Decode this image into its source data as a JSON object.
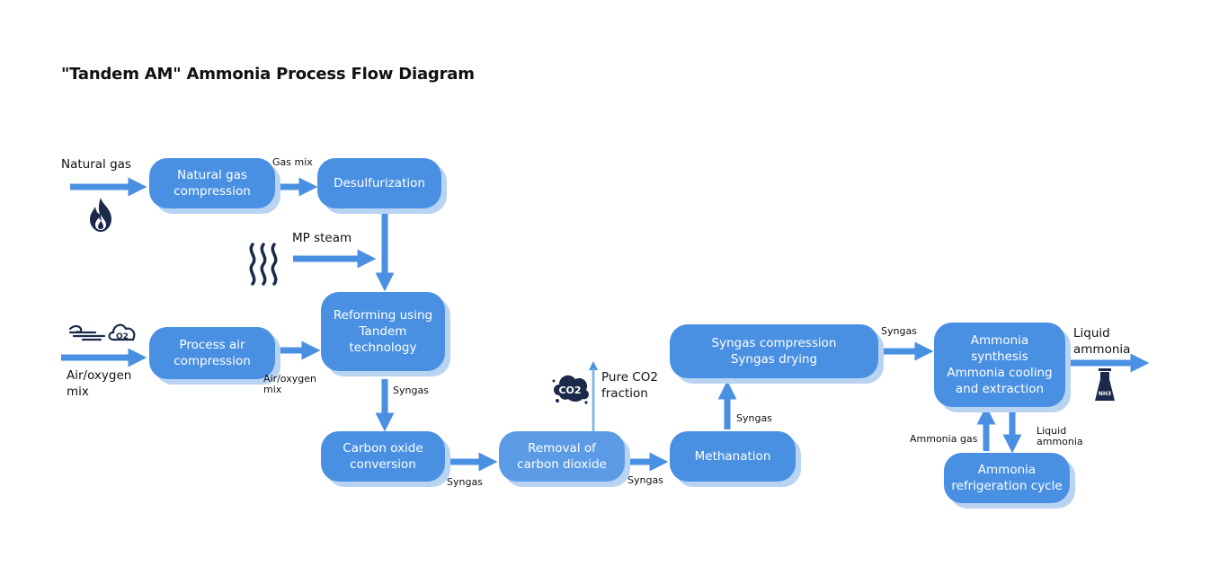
{
  "title": "\"Tandem AM\" Ammonia Process Flow Diagram",
  "colors": {
    "box": "#4a90e2",
    "box_shadow": "#b9d3f3",
    "arrow": "#4a90e2",
    "icon": "#1b2a4a"
  },
  "boxes": {
    "natural_gas_compression": "Natural gas\ncompression",
    "desulfurization": "Desulfurization",
    "reforming": "Reforming using\nTandem\ntechnology",
    "process_air_compression": "Process air\ncompression",
    "carbon_oxide_conversion": "Carbon oxide\nconversion",
    "removal_co2": "Removal of\ncarbon dioxide",
    "methanation": "Methanation",
    "syngas_compression": "Syngas compression\nSyngas drying",
    "ammonia_synthesis": "Ammonia\nsynthesis\nAmmonia cooling\nand extraction",
    "refrigeration": "Ammonia\nrefrigeration cycle"
  },
  "labels": {
    "natural_gas": "Natural gas",
    "gas_mix": "Gas mix",
    "mp_steam": "MP steam",
    "air_oxygen_mix_input": "Air/oxygen\nmix",
    "air_oxygen_mix_small": "Air/oxygen\nmix",
    "syngas_1": "Syngas",
    "syngas_2": "Syngas",
    "syngas_3": "Syngas",
    "syngas_4": "Syngas",
    "syngas_5": "Syngas",
    "pure_co2": "Pure CO2\nfraction",
    "liquid_ammonia_out": "Liquid\nammonia",
    "ammonia_gas": "Ammonia gas",
    "liquid_ammonia_small": "Liquid\nammonia"
  },
  "icons": [
    "flame-icon",
    "steam-icon",
    "wind-oxygen-icon",
    "co2-cloud-icon",
    "ammonia-tank-icon"
  ],
  "icon_text": {
    "o2": "O2",
    "co2": "CO2",
    "nh3": "NH3"
  }
}
